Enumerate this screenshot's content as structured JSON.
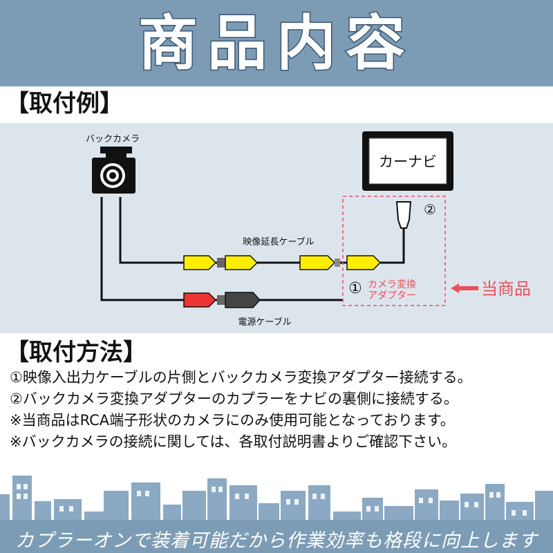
{
  "banner": {
    "title": "商品内容"
  },
  "example": {
    "heading": "【取付例】",
    "camera_label": "バックカメラ",
    "navi_label": "カーナビ",
    "video_cable_label": "映像延長ケーブル",
    "power_cable_label": "電源ケーブル",
    "marker_1": "①",
    "marker_2": "②",
    "adapter_label_line1": "カメラ変換",
    "adapter_label_line2": "アダプター",
    "product_callout": "当商品"
  },
  "method": {
    "heading": "【取付方法】",
    "lines": [
      "①映像入出力ケーブルの片側とバックカメラ変換アダプター接続する。",
      "②バックカメラ変換アダプターのカプラーをナビの裏側に接続する。",
      "※当商品はRCA端子形状のカメラにのみ使用可能となっております。",
      "※バックカメラの接続に関しては、各取付説明書よりご確認下さい。"
    ]
  },
  "footer": {
    "tagline": "カプラーオンで装着可能だから作業効率も格段に向上します"
  },
  "colors": {
    "banner": "#7c9cb5",
    "panel": "#dde5ec",
    "accent_red": "#e8505b",
    "yellow": "#ffee00",
    "red_plug": "#ee3333",
    "grey_plug": "#444444"
  }
}
